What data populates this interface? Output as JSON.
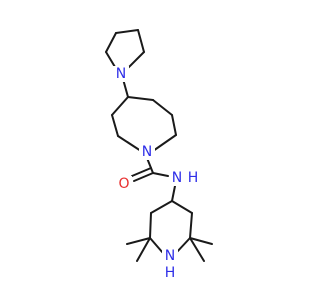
{
  "colors": {
    "carbon_bond": "#1a1a1a",
    "nitrogen": "#2e2ee8",
    "oxygen": "#e82e2e",
    "background": "#ffffff"
  },
  "atoms": {
    "n_pyrrolidine": "N",
    "n_azepane": "N",
    "o_carbonyl": "O",
    "n_amide": "N",
    "h_amide": "H",
    "n_piperidine": "N",
    "h_piperidine": "H"
  }
}
